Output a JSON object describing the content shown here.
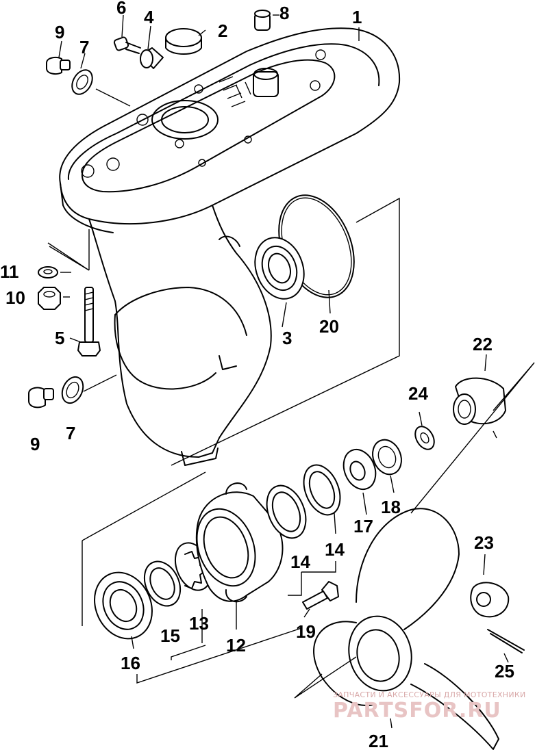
{
  "callouts": [
    {
      "id": "c1",
      "text": "1"
    },
    {
      "id": "c2",
      "text": "2"
    },
    {
      "id": "c3",
      "text": "3"
    },
    {
      "id": "c4",
      "text": "4"
    },
    {
      "id": "c5",
      "text": "5"
    },
    {
      "id": "c6",
      "text": "6"
    },
    {
      "id": "c7a",
      "text": "7"
    },
    {
      "id": "c7b",
      "text": "7"
    },
    {
      "id": "c8",
      "text": "8"
    },
    {
      "id": "c9a",
      "text": "9"
    },
    {
      "id": "c9b",
      "text": "9"
    },
    {
      "id": "c10",
      "text": "10"
    },
    {
      "id": "c11",
      "text": "11"
    },
    {
      "id": "c12",
      "text": "12"
    },
    {
      "id": "c13",
      "text": "13"
    },
    {
      "id": "c14a",
      "text": "14"
    },
    {
      "id": "c14b",
      "text": "14"
    },
    {
      "id": "c15",
      "text": "15"
    },
    {
      "id": "c16",
      "text": "16"
    },
    {
      "id": "c17",
      "text": "17"
    },
    {
      "id": "c18",
      "text": "18"
    },
    {
      "id": "c19",
      "text": "19"
    },
    {
      "id": "c20",
      "text": "20"
    },
    {
      "id": "c21",
      "text": "21"
    },
    {
      "id": "c22",
      "text": "22"
    },
    {
      "id": "c23",
      "text": "23"
    },
    {
      "id": "c24",
      "text": "24"
    },
    {
      "id": "c25",
      "text": "25"
    }
  ],
  "watermark": {
    "tagline": "ЗАПЧАСТИ И АКСЕССУАРЫ ДЛЯ МОТОТЕХНИКИ",
    "brand": "PARTSFOR.RU"
  }
}
